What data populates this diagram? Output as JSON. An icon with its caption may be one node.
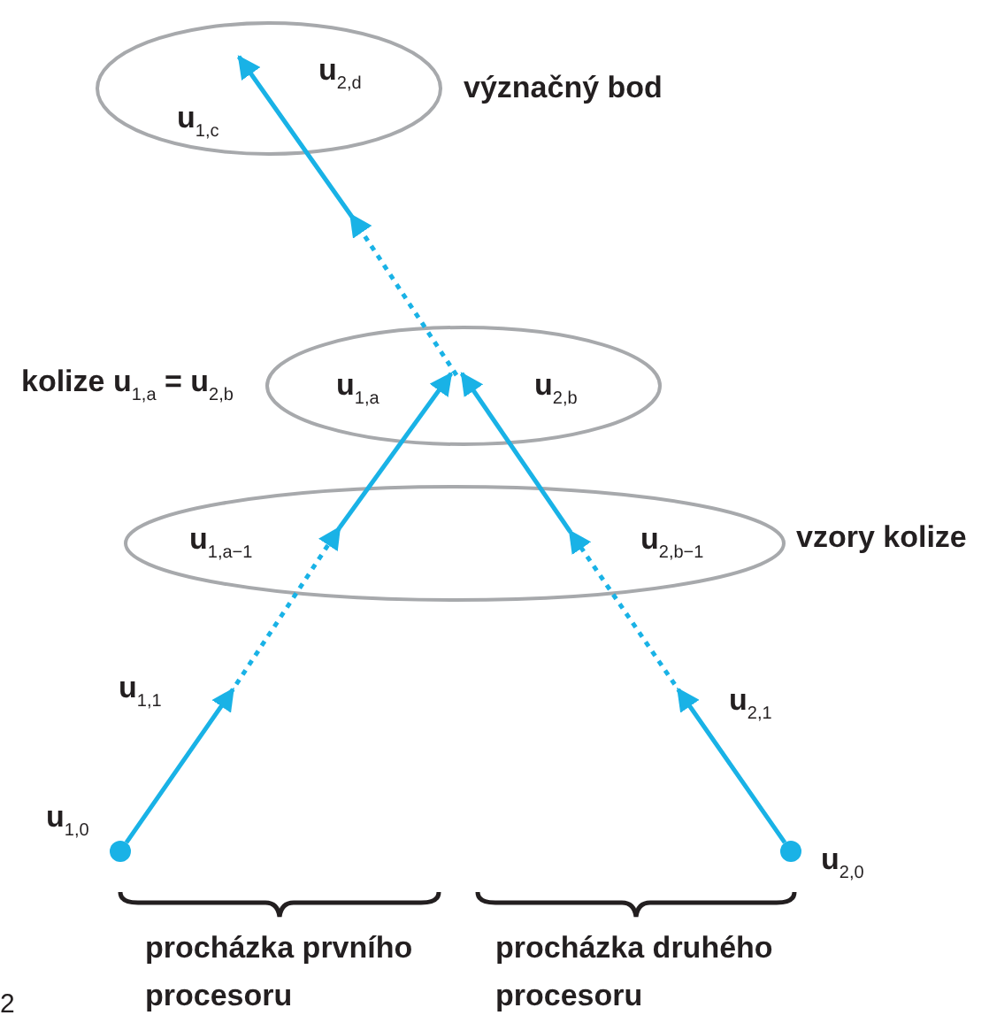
{
  "diagram": {
    "nodes": [
      {
        "text": [
          "u$_{2,d}$",
          "u$_{1,c}$"
        ],
        "beside": [
          "význačný bod"
        ]
      },
      {
        "text": [
          "u$_{1,a}$",
          "u$_{2,b}$"
        ],
        "beside": [
          "kolize u$_{1,a}$ = u$_{2,b}$"
        ]
      },
      {
        "text": [
          "u$_{1,a−1}$",
          "u$_{2,b−1}$"
        ],
        "beside": [
          "vzory kolize"
        ]
      },
      {
        "text": [],
        "shape": "circle",
        "beside": [
          "u$_{1,0}$"
        ]
      },
      {
        "text": [],
        "shape": "circle",
        "beside": [
          "u$_{2,0}$"
        ]
      }
    ],
    "edges": [
      {
        "from": 3,
        "to": 2,
        "arrow": "to"
      },
      {
        "from": 2,
        "to": 1,
        "arrow": "to"
      },
      {
        "from": 4,
        "to": 2,
        "arrow": "to"
      },
      {
        "from": 2,
        "to": 1,
        "arrow": "to"
      },
      {
        "from": 1,
        "to": 0,
        "arrow": "to"
      }
    ],
    "labels": [
      "u$_{1,1}$",
      "u$_{2,1}$",
      "procházka prvního procesoru",
      "procházka druhého procesoru",
      "2"
    ]
  }
}
